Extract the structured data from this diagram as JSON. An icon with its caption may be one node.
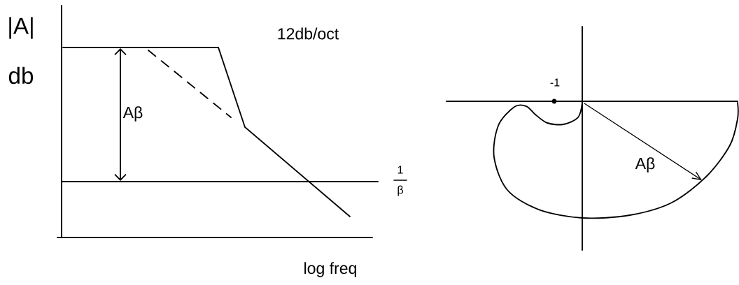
{
  "diagram": {
    "labels": [
      "|A|",
      "db",
      "12db/oct",
      "Aβ",
      "1",
      "β",
      "log freq",
      "-1",
      "Aβ"
    ]
  }
}
